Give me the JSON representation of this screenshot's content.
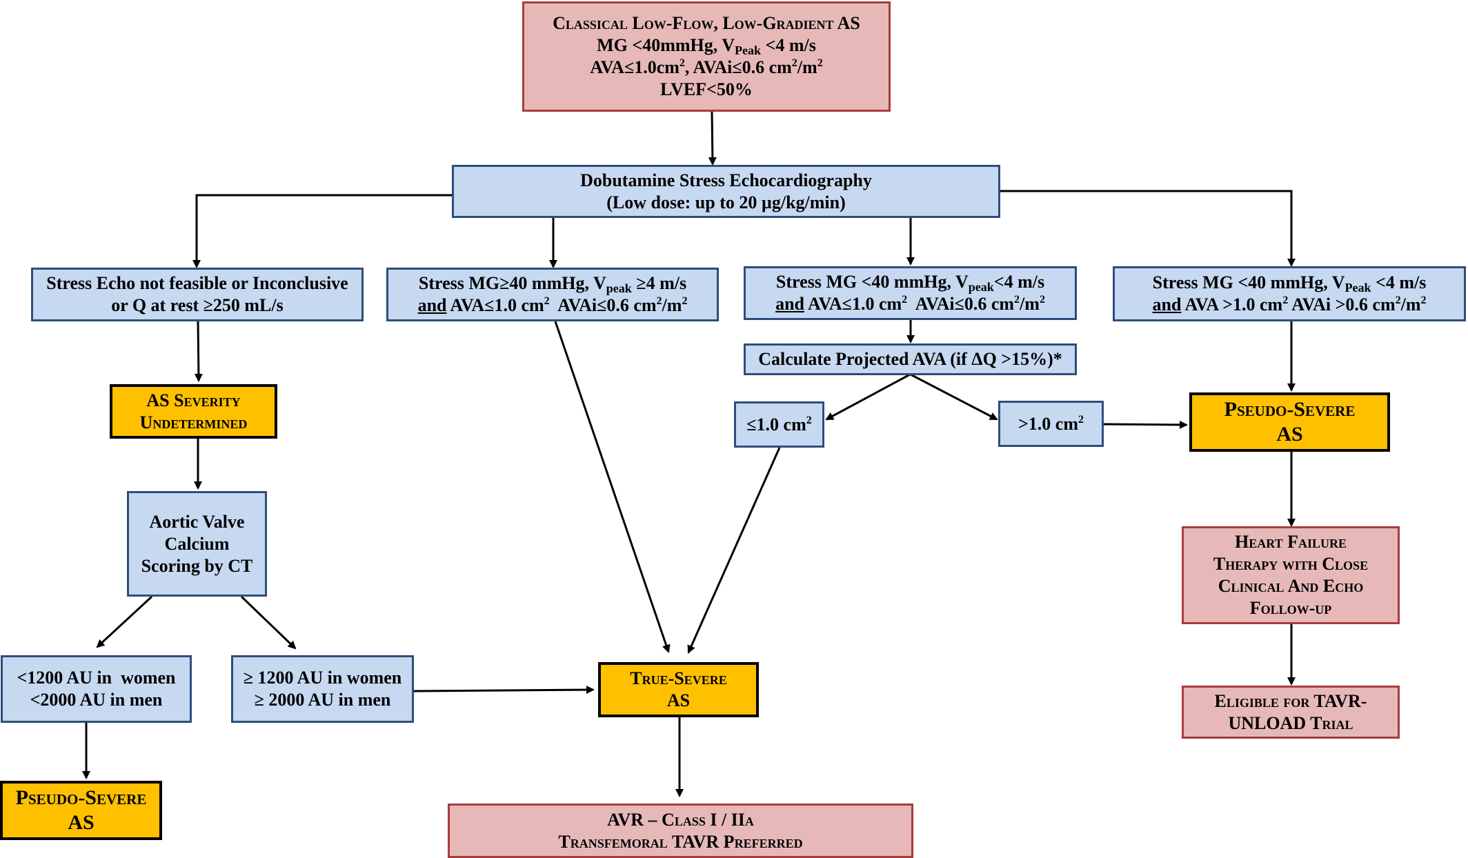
{
  "nodes": {
    "top": {
      "line1": "Classical Low-Flow, Low-Gradient AS",
      "line2a": "MG <40mmHg, V",
      "line2sub": "Peak",
      "line2b": " <4 m/s",
      "line3a": "AVA≤1.0cm",
      "line3sup1": "2",
      "line3b": ", AVAi≤0.6 cm",
      "line3sup2": "2",
      "line3c": "/m",
      "line3sup3": "2",
      "line4": "LVEF<50%"
    },
    "dse": {
      "line1": "Dobutamine Stress Echocardiography",
      "line2": "(Low dose: up to 20 µg/kg/min)"
    },
    "inconclusive": {
      "line1": "Stress Echo not feasible or Inconclusive",
      "line2": "or Q at rest ≥250 mL/s"
    },
    "stress_high": {
      "line1a": "Stress MG≥40 mmHg, V",
      "line1sub": "peak",
      "line1b": " ≥4 m/s",
      "and": "and",
      "line2a": " AVA≤1.0 cm",
      "line2sup1": "2",
      "line2b": "  AVAi≤0.6 cm",
      "line2sup2": "2",
      "line2c": "/m",
      "line2sup3": "2"
    },
    "stress_low": {
      "line1a": "Stress MG <40 mmHg, V",
      "line1sub": "peak",
      "line1b": "<4 m/s",
      "and": "and",
      "line2a": " AVA≤1.0 cm",
      "line2sup1": "2",
      "line2b": "  AVAi≤0.6 cm",
      "line2sup2": "2",
      "line2c": "/m",
      "line2sup3": "2"
    },
    "stress_pseudo": {
      "line1a": "Stress MG <40 mmHg, V",
      "line1sub": "Peak",
      "line1b": " <4 m/s",
      "and": "and",
      "line2a": " AVA >1.0 cm",
      "line2sup1": "2",
      "line2b": " AVAi >0.6 cm",
      "line2sup2": "2",
      "line2c": "/m",
      "line2sup3": "2"
    },
    "projected": {
      "text": "Calculate Projected AVA (if ΔQ >15%)*"
    },
    "le1": {
      "texta": "≤1.0 cm",
      "textsup": "2"
    },
    "gt1": {
      "texta": ">1.0 cm",
      "textsup": "2"
    },
    "undetermined": {
      "line1": "AS Severity",
      "line2": "Undetermined"
    },
    "calcium": {
      "line1": "Aortic Valve",
      "line2": "Calcium",
      "line3": "Scoring by CT"
    },
    "low_au": {
      "line1": "<1200 AU in  women",
      "line2": "<2000 AU in men"
    },
    "high_au": {
      "line1": "≥ 1200 AU in women",
      "line2": "≥ 2000 AU in men"
    },
    "pseudo_left": {
      "line1": "Pseudo-Severe",
      "line2": "AS"
    },
    "true_severe": {
      "line1": "True-Severe",
      "line2": "AS"
    },
    "avr": {
      "line1": "AVR – Class I / IIa",
      "line2": "Transfemoral TAVR Preferred"
    },
    "pseudo_right": {
      "line1": "Pseudo-Severe",
      "line2": "AS"
    },
    "hf_therapy": {
      "line1": "Heart Failure",
      "line2": "Therapy with Close",
      "line3": "Clinical And Echo",
      "line4": "Follow-up"
    },
    "eligible": {
      "line1": "Eligible for TAVR-",
      "line2": "UNLOAD Trial"
    }
  }
}
